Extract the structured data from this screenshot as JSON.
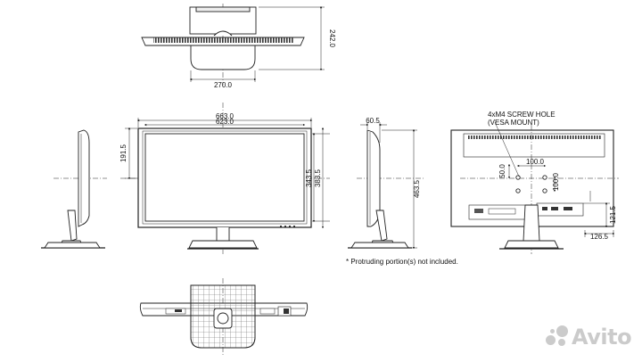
{
  "dimensions": {
    "top_width": "270.0",
    "top_depth": "242.0",
    "outer_width": "663.0",
    "screen_width": "623.0",
    "left_height": "191.5",
    "screen_height": "343.5",
    "outer_height": "383.5",
    "side_depth": "60.5",
    "total_height": "463.5",
    "vesa_h": "100.0",
    "vesa_v": "100.0",
    "vesa_offset": "50.0",
    "rear_offset_v": "121.5",
    "rear_offset_h": "126.5"
  },
  "notes": {
    "screw_hole_line1": "4xM4 SCREW HOLE",
    "screw_hole_line2": "(VESA MOUNT)",
    "protruding": "* Protruding portion(s) not included."
  },
  "watermark": {
    "text": "Avito",
    "color": "#a0a0a0"
  },
  "colors": {
    "line": "#222222",
    "fill_dark": "#555555",
    "fill_light": "#e8e8e8"
  }
}
